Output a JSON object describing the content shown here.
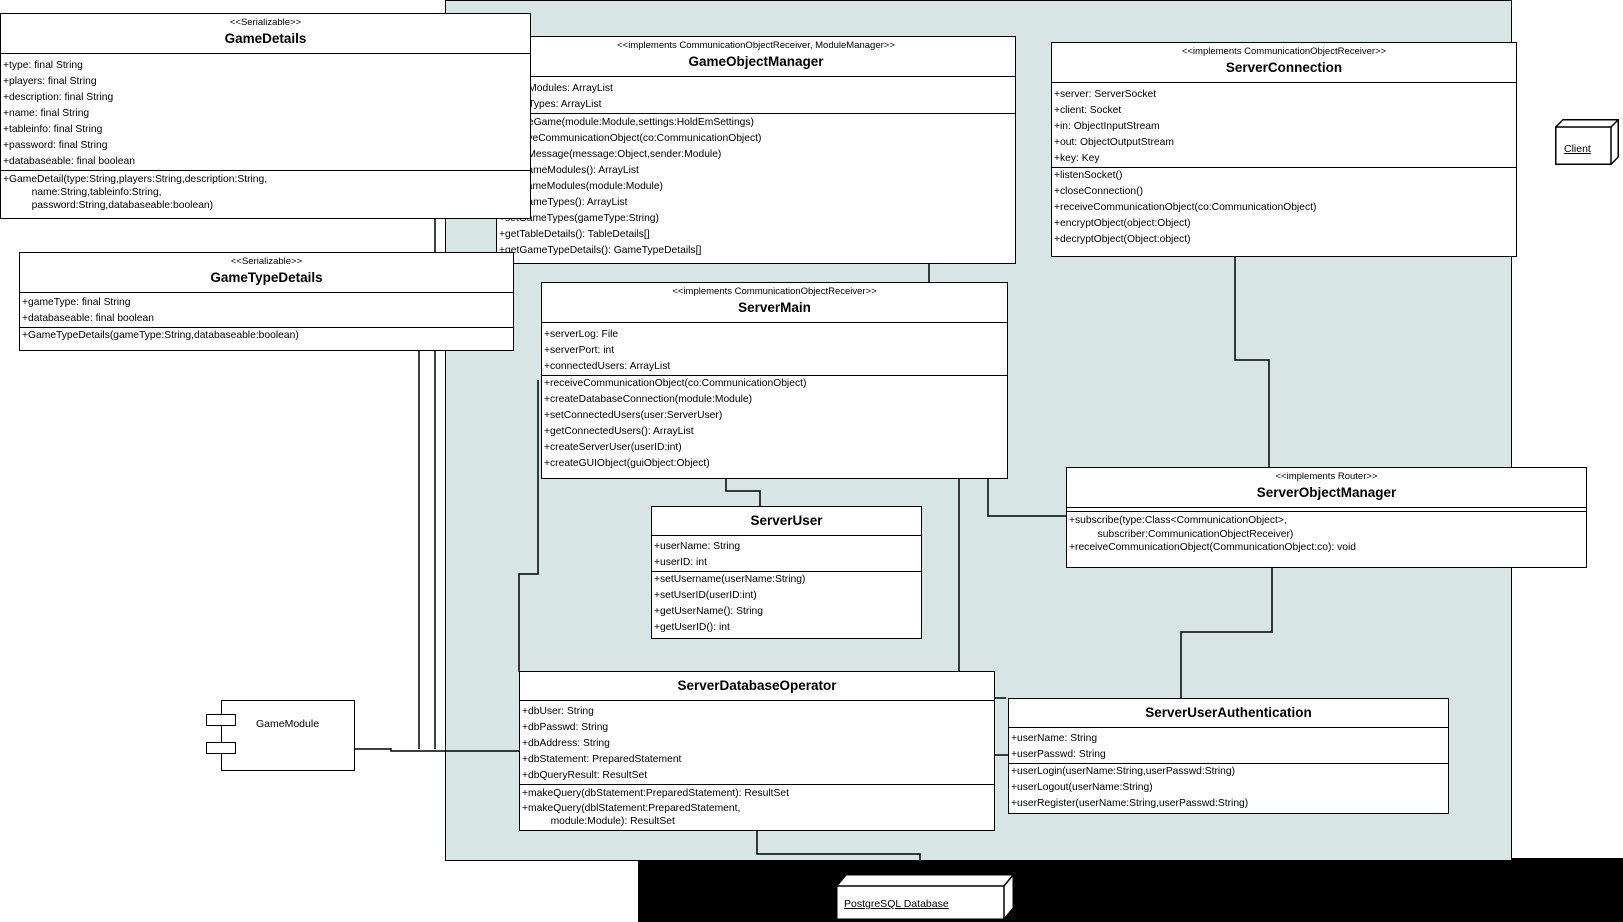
{
  "classes": {
    "game_details": {
      "stereotype": "<<Serializable>>",
      "name": "GameDetails",
      "attributes": [
        "+type: final String",
        "+players: final String",
        "+description: final String",
        "+name: final String",
        "+tableinfo: final String",
        "+password: final String",
        "+databaseable: final boolean"
      ],
      "operations": [
        "+GameDetail(type:String,players:String,description:String,",
        "          name:String,tableinfo:String,",
        "          password:String,databaseable:boolean)"
      ]
    },
    "game_type_details": {
      "stereotype": "<<Serializable>>",
      "name": "GameTypeDetails",
      "attributes": [
        "+gameType: final String",
        "+databaseable: final boolean"
      ],
      "operations": [
        "+GameTypeDetails(gameType:String,databaseable:boolean)"
      ]
    },
    "game_object_manager": {
      "stereotype": "<<implements CommunicationObjectReceiver, ModuleManager>>",
      "name": "GameObjectManager",
      "attributes": [
        "-gameModules: ArrayList",
        "-gameTypes: ArrayList"
      ],
      "operations": [
        "+createGame(module:Module,settings:HoldEmSettings)",
        "+receiveCommunicationObject(co:CommunicationObject)",
        "+sendMessage(message:Object,sender:Module)",
        "+getGameModules(): ArrayList",
        "+setGameModules(module:Module)",
        "+getGameTypes(): ArrayList",
        "+setGameTypes(gameType:String)",
        "+getTableDetails(): TableDetails[]",
        "+getGameTypeDetails(): GameTypeDetails[]"
      ]
    },
    "server_connection": {
      "stereotype": "<<implements CommunicationObjectReceiver>>",
      "name": "ServerConnection",
      "attributes": [
        "+server: ServerSocket",
        "+client: Socket",
        "+in: ObjectInputStream",
        "+out: ObjectOutputStream",
        "+key: Key"
      ],
      "operations": [
        "+listenSocket()",
        "+closeConnection()",
        "+receiveCommunicationObject(co:CommunicationObject)",
        "+encryptObject(object:Object)",
        "+decryptObject(Object:object)"
      ]
    },
    "server_main": {
      "stereotype": "<<implements CommunicationObjectReceiver>>",
      "name": "ServerMain",
      "attributes": [
        "+serverLog: File",
        "+serverPort: int",
        "+connectedUsers: ArrayList"
      ],
      "operations": [
        "+receiveCommunicationObject(co:CommunicationObject)",
        "+createDatabaseConnection(module:Module)",
        "+setConnectedUsers(user:ServerUser)",
        "+getConnectedUsers(): ArrayList",
        "+createServerUser(userID:int)",
        "+createGUIObject(guiObject:Object)"
      ]
    },
    "server_user": {
      "stereotype": "",
      "name": "ServerUser",
      "attributes": [
        "+userName: String",
        "+userID: int"
      ],
      "operations": [
        "+setUsername(userName:String)",
        "+setUserID(userID:int)",
        "+getUserName(): String",
        "+getUserID(): int"
      ]
    },
    "server_object_manager": {
      "stereotype": "<<implements Router>>",
      "name": "ServerObjectManager",
      "attributes": [],
      "operations": [
        "+subscribe(type:Class<CommunicationObject>,",
        "          subscriber:CommunicationObjectReceiver)",
        "+receiveCommunicationObject(CommunicationObject:co): void"
      ]
    },
    "server_database_operator": {
      "stereotype": "",
      "name": "ServerDatabaseOperator",
      "attributes": [
        "+dbUser: String",
        "+dbPasswd: String",
        "+dbAddress: String",
        "+dbStatement: PreparedStatement",
        "+dbQueryResult: ResultSet"
      ],
      "operations": [
        "+makeQuery(dbStatement:PreparedStatement): ResultSet",
        "+makeQuery(dblStatement:PreparedStatement,",
        "          module:Module): ResultSet"
      ]
    },
    "server_user_authentication": {
      "stereotype": "",
      "name": "ServerUserAuthentication",
      "attributes": [
        "+userName: String",
        "+userPasswd: String"
      ],
      "operations": [
        "+userLogin(userName:String,userPasswd:String)",
        "+userLogout(userName:String)",
        "+userRegister(userName:String,userPasswd:String)"
      ]
    }
  },
  "nodes": {
    "client": "Client",
    "database": "PostgreSQL Database"
  },
  "component": {
    "game_module": "GameModule"
  }
}
